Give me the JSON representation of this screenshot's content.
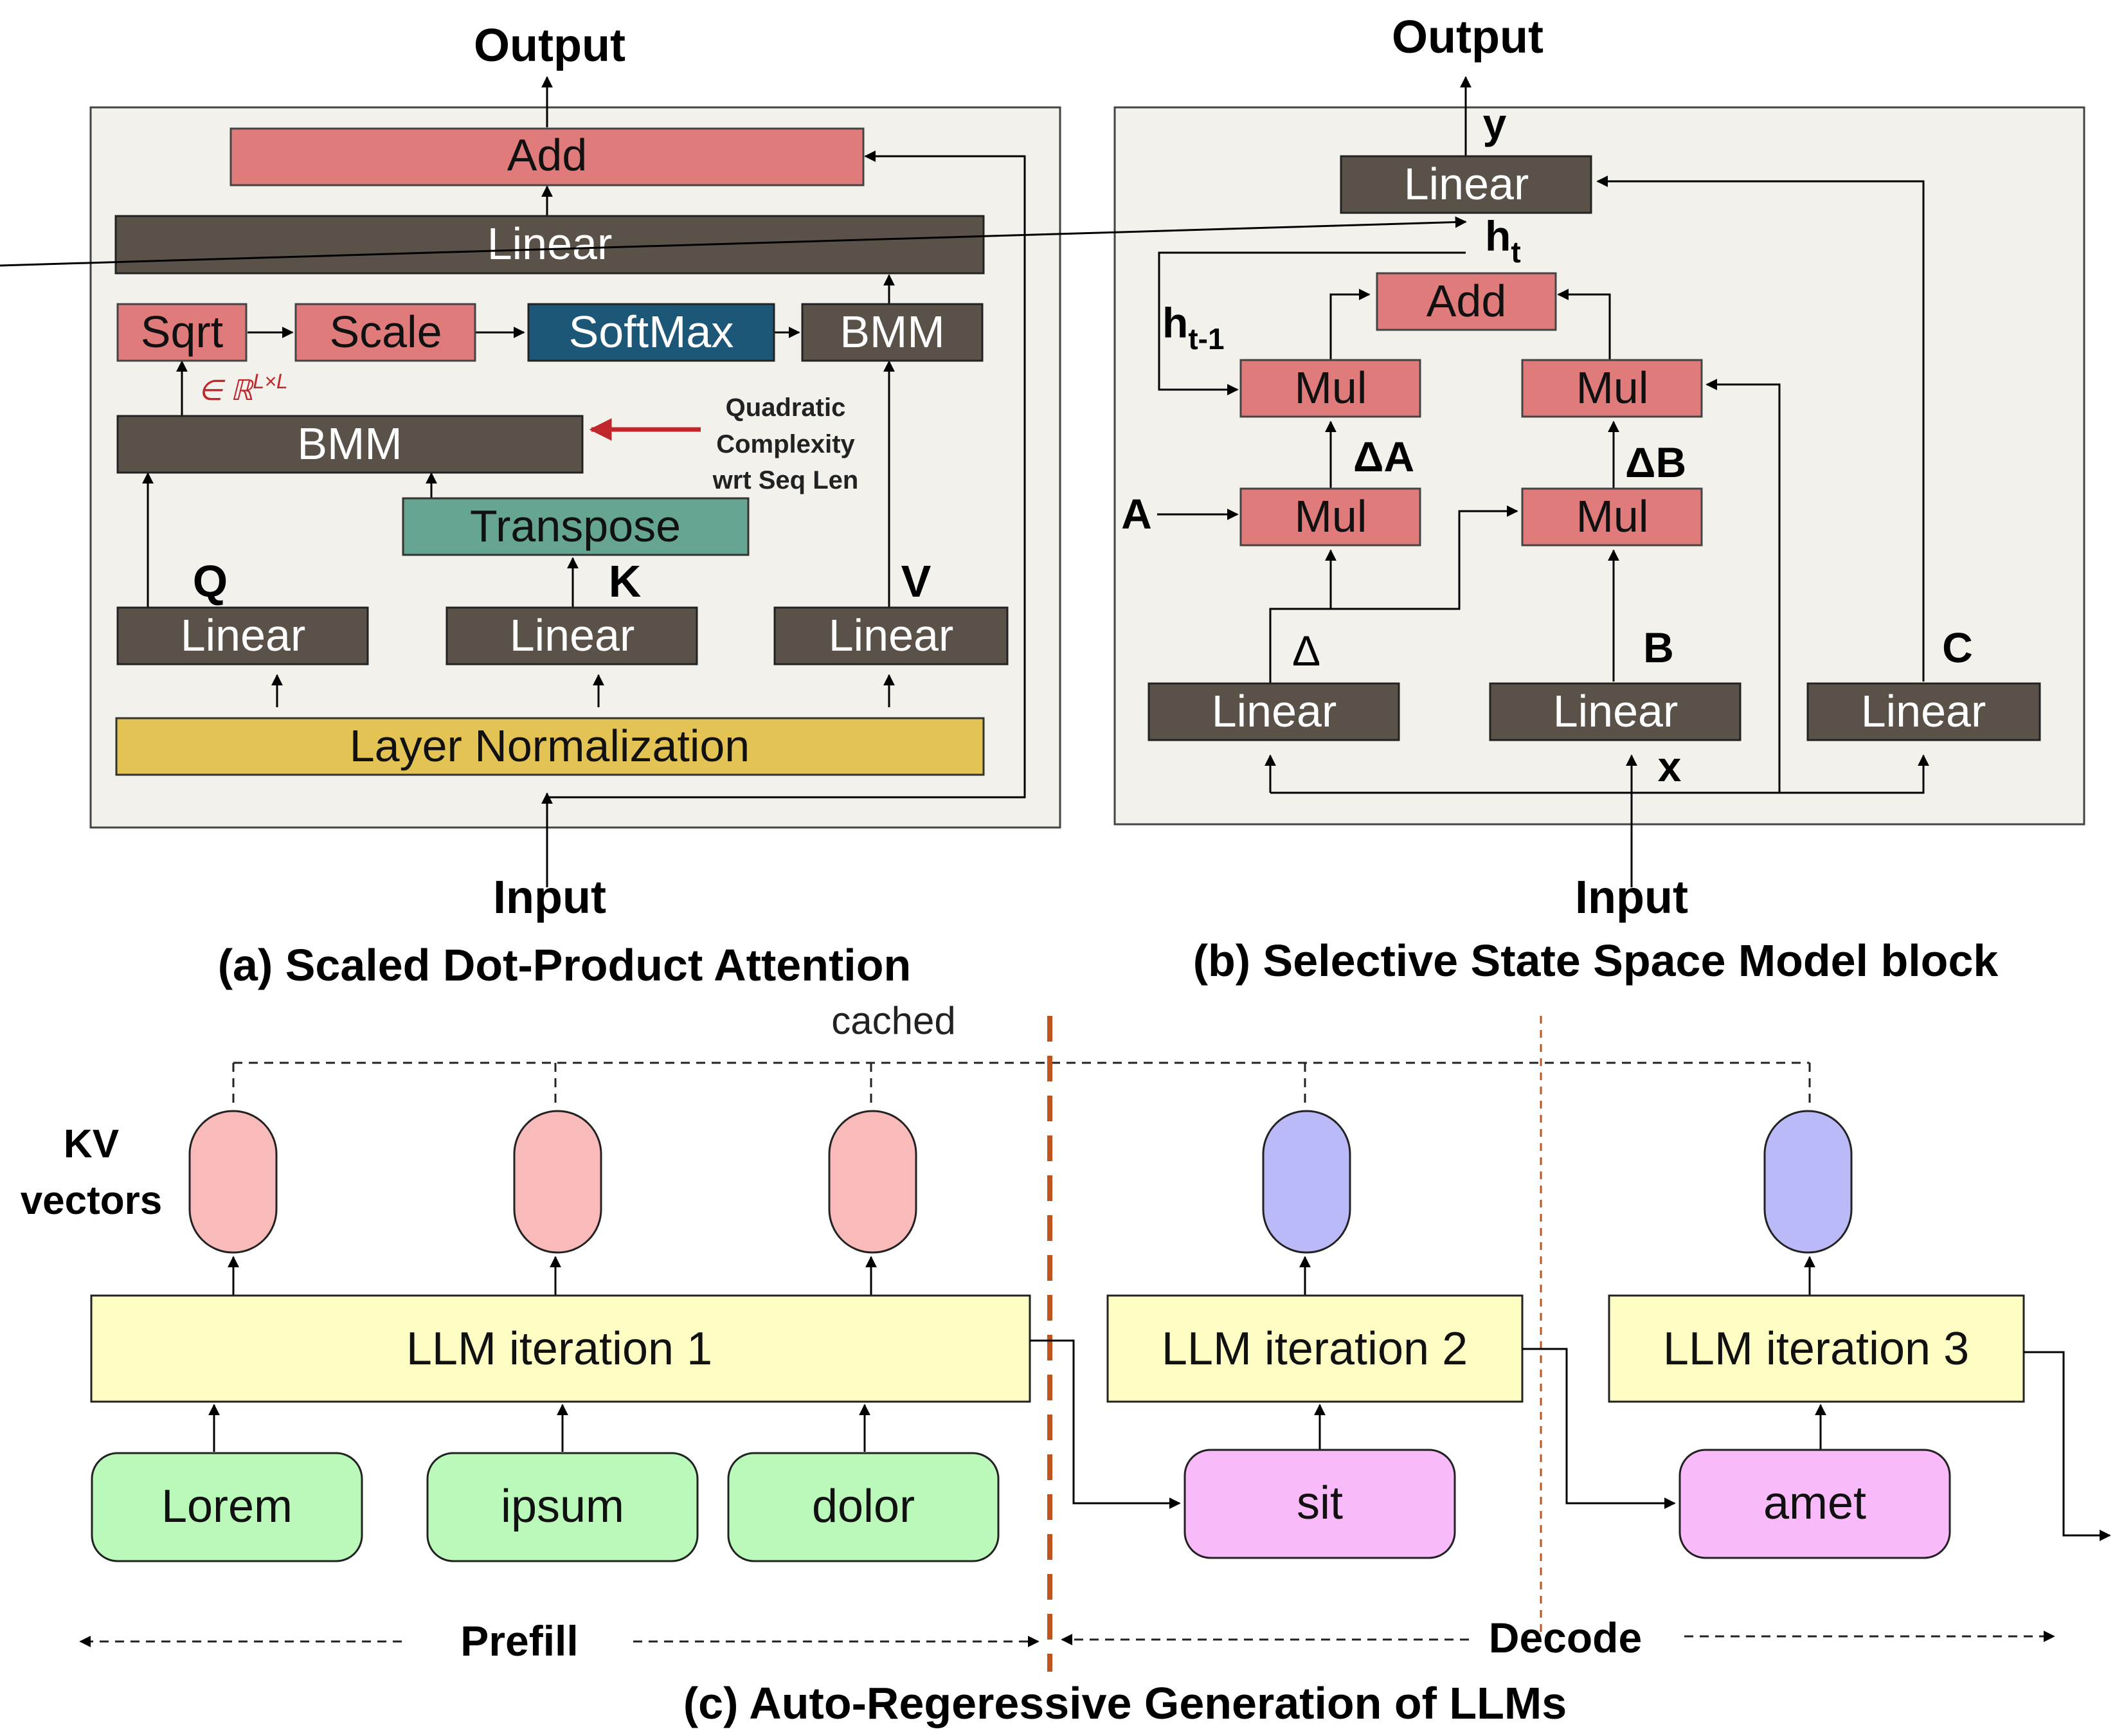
{
  "colors": {
    "panel_fill": "#f2f1ec",
    "dark_box": "#5a5149",
    "red_box": "#e07b7b",
    "softmax_box": "#1d5778",
    "transpose_box": "#65a591",
    "layernorm_box": "#e3c353",
    "llm_box": "#fdfdc4",
    "token_prefill": "#baf9ba",
    "token_decode": "#f9baf9",
    "kv_prefill": "#f9baba",
    "kv_decode": "#babaf9",
    "annotation_red": "#c0272d",
    "divider_orange": "#c0541f"
  },
  "panel_a": {
    "output_label": "Output",
    "input_label": "Input",
    "caption": "(a) Scaled Dot-Product Attention",
    "add": "Add",
    "linear_top": "Linear",
    "sqrt": "Sqrt",
    "scale": "Scale",
    "softmax": "SoftMax",
    "bmm_right": "BMM",
    "bmm_main": "BMM",
    "transpose": "Transpose",
    "linear_q": "Linear",
    "linear_k": "Linear",
    "linear_v": "Linear",
    "layer_norm": "Layer Normalization",
    "q": "Q",
    "k": "K",
    "v": "V",
    "dim_annotation": "∈ ℝ",
    "dim_superscript": "L×L",
    "quad_line1": "Quadratic",
    "quad_line2": "Complexity",
    "quad_line3": "wrt Seq Len"
  },
  "panel_b": {
    "output_label": "Output",
    "input_label": "Input",
    "caption": "(b) Selective State Space Model block",
    "linear_top": "Linear",
    "add": "Add",
    "mul_left_top": "Mul",
    "mul_right_top": "Mul",
    "mul_left_bottom": "Mul",
    "mul_right_bottom": "Mul",
    "linear_delta": "Linear",
    "linear_b": "Linear",
    "linear_c": "Linear",
    "y": "y",
    "h": "h",
    "h_sub": "t",
    "hprev": "h",
    "hprev_sub": "t-1",
    "delta_a": "ΔA",
    "delta_b": "ΔB",
    "a": "A",
    "delta": "Δ",
    "b": "B",
    "c": "C",
    "x": "x"
  },
  "panel_c": {
    "caption": "(c) Auto-Regeressive Generation of LLMs",
    "cached": "cached",
    "kv_line1": "KV",
    "kv_line2": "vectors",
    "iter1": "LLM iteration 1",
    "iter2": "LLM iteration 2",
    "iter3": "LLM iteration 3",
    "tokens_prefill": [
      "Lorem",
      "ipsum",
      "dolor"
    ],
    "token_decode_1": "sit",
    "token_decode_2": "amet",
    "prefill": "Prefill",
    "decode": "Decode"
  }
}
